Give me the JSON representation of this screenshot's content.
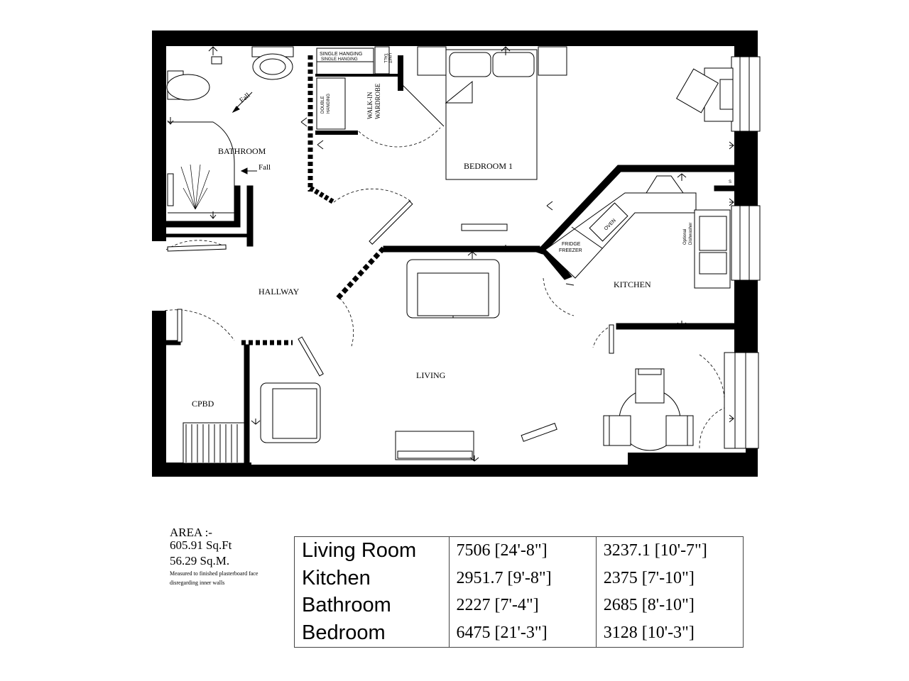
{
  "rooms": {
    "bathroom": "BATHROOM",
    "bedroom": "BEDROOM 1",
    "hallway": "HALLWAY",
    "living": "LIVING",
    "kitchen": "KITCHEN",
    "cpbd": "CPBD"
  },
  "fixtures": {
    "fall_1": "Fall",
    "fall_2": "Fall",
    "single_hanging": "SINGLE HANGING",
    "single_hanging_small": "SINGLE HANGING",
    "tall_unit": [
      "TALL",
      "UNIT"
    ],
    "double_hanging": [
      "DOUBLE",
      "HANGING"
    ],
    "walk_in_wardrobe": [
      "WALK-IN",
      "WARDROBE"
    ],
    "fridge_freezer": [
      "FRIDGE",
      "FREEZER"
    ],
    "oven": "OVEN",
    "optional_dishwasher": [
      "Optional",
      "Dishwasher"
    ],
    "s_label": "S"
  },
  "area": {
    "title": "AREA :-",
    "sqft": "605.91 Sq.Ft",
    "sqm": "56.29 Sq.M.",
    "note_1": "Measured to finished plasterboard face",
    "note_2": "disregarding inner walls"
  },
  "dimensions": [
    {
      "room": "Living Room",
      "length": "7506 [24'-8\"]",
      "width": "3237.1 [10'-7\"]"
    },
    {
      "room": "Kitchen",
      "length": "2951.7 [9'-8\"]",
      "width": "2375 [7'-10\"]"
    },
    {
      "room": "Bathroom",
      "length": "2227 [7'-4\"]",
      "width": "2685 [8'-10\"]"
    },
    {
      "room": "Bedroom",
      "length": "6475 [21'-3\"]",
      "width": "3128 [10'-3\"]"
    }
  ]
}
